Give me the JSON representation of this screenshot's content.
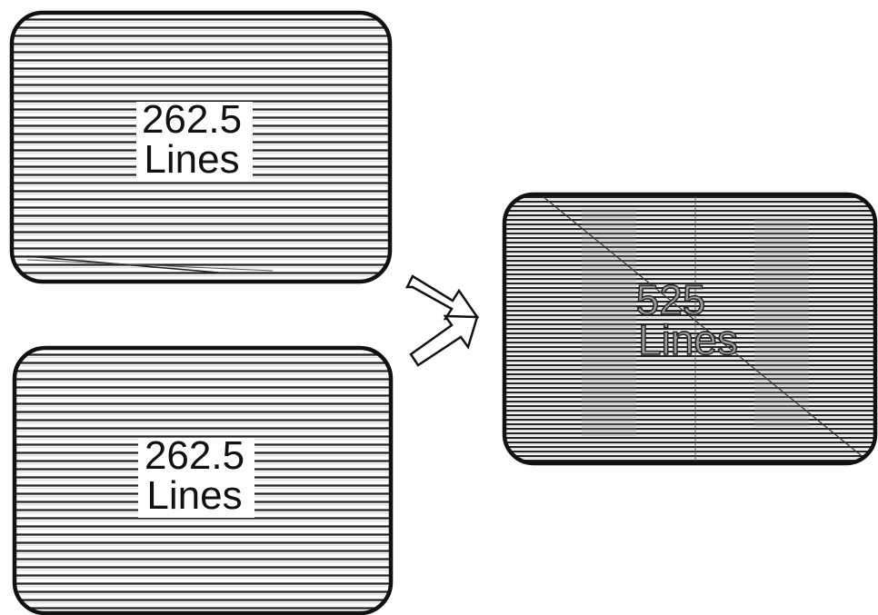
{
  "screens": [
    {
      "id": "field-1",
      "number": "262.5",
      "unit": "Lines"
    },
    {
      "id": "field-2",
      "number": "262.5",
      "unit": "Lines"
    },
    {
      "id": "frame",
      "number": "525",
      "unit": "Lines"
    }
  ],
  "colors": {
    "outline": "#111111",
    "scanline": "#222222",
    "background": "#ffffff",
    "arrow_fill": "#ffffff"
  },
  "icons": [
    "arrow-right-down-icon",
    "arrow-right-up-icon"
  ]
}
